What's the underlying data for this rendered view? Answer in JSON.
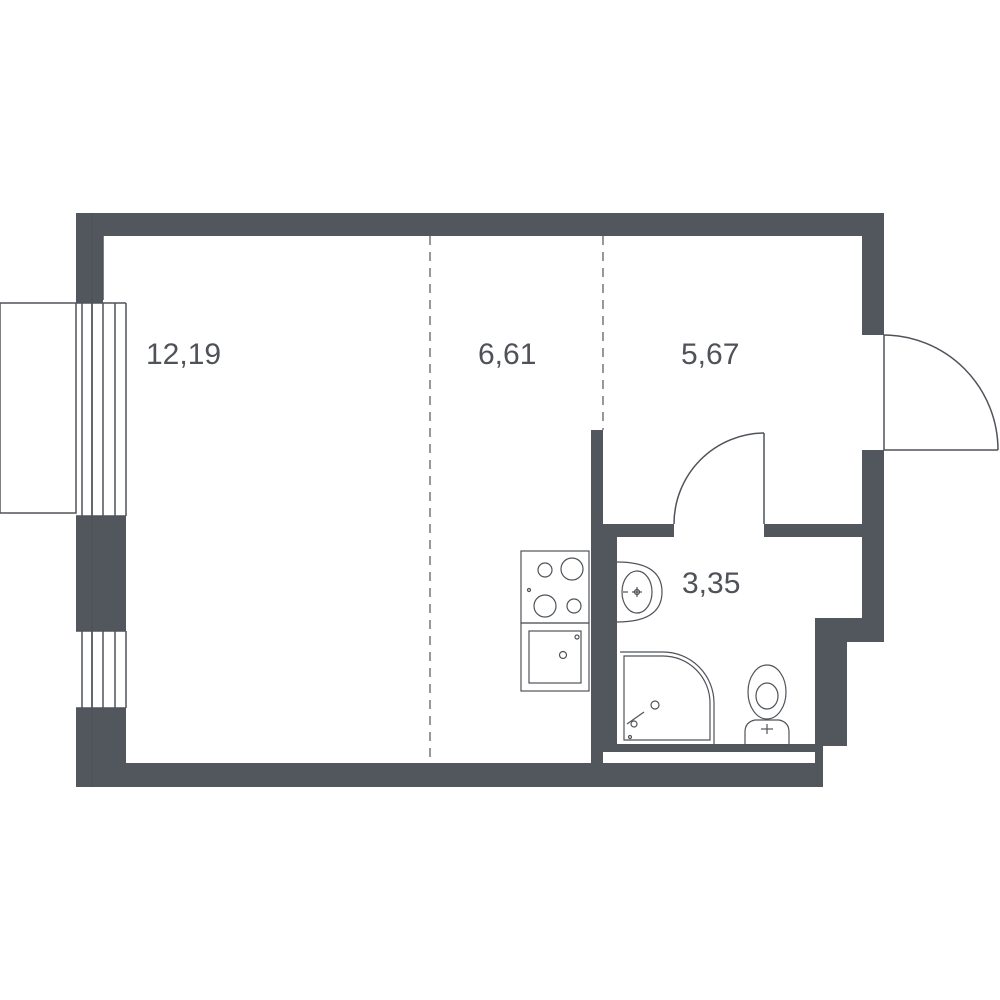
{
  "rooms": [
    {
      "name": "room-living",
      "area": "12,19"
    },
    {
      "name": "room-kitchen",
      "area": "6,61"
    },
    {
      "name": "room-hallway",
      "area": "5,67"
    },
    {
      "name": "room-bathroom",
      "area": "3,35"
    }
  ],
  "colors": {
    "wall": "#52565d",
    "line": "#4f5359",
    "text": "#4f5359",
    "background": "#ffffff"
  }
}
